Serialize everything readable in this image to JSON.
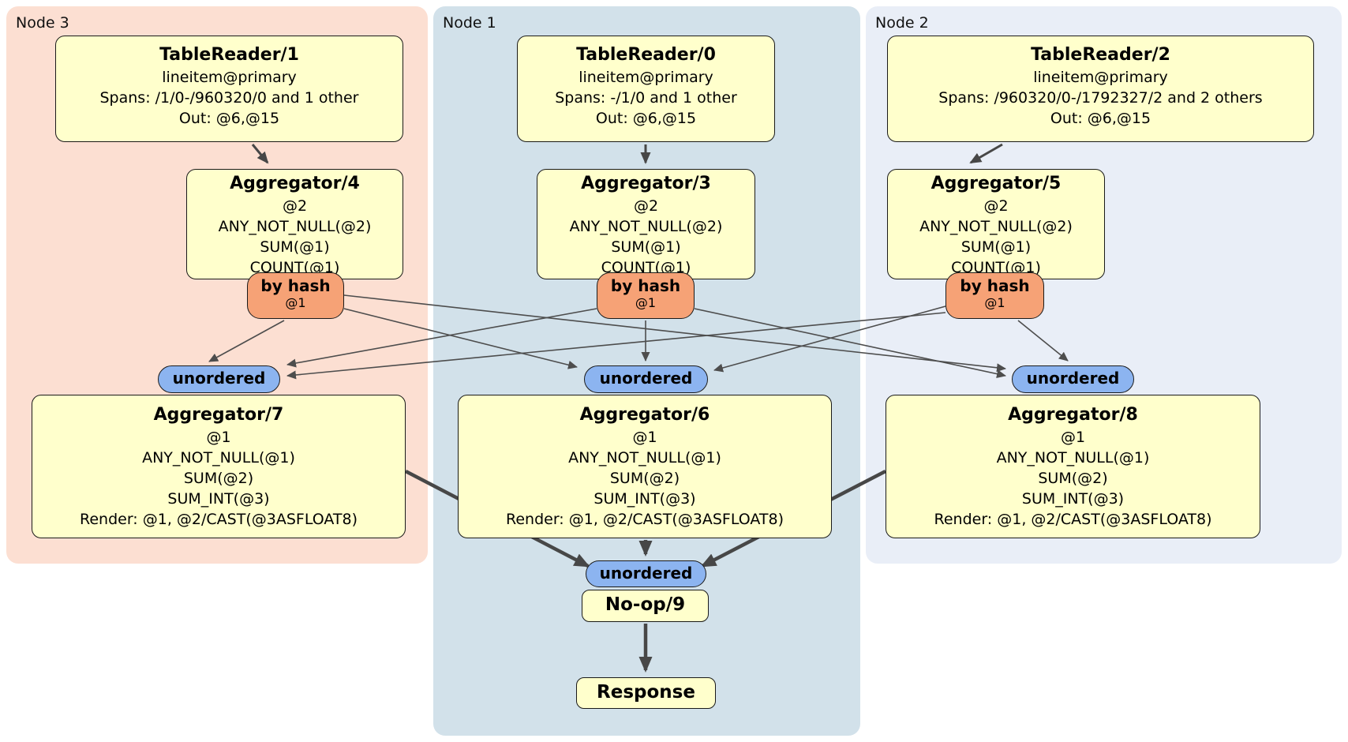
{
  "colors": {
    "region-node3": "#fcdfd2",
    "region-node1": "#d2e1ea",
    "region-node2": "#e9eef7",
    "node-fill": "#ffffcc",
    "router-fill": "#f6a276",
    "sync-fill": "#8cb4f0",
    "edge-thin": "#4d4d4d",
    "edge-thick": "#474747"
  },
  "regions": {
    "node3": {
      "label": "Node 3"
    },
    "node1": {
      "label": "Node 1"
    },
    "node2": {
      "label": "Node 2"
    }
  },
  "nodes": {
    "tr1": {
      "title": "TableReader/1",
      "lines": [
        "lineitem@primary",
        "Spans: /1/0-/960320/0 and 1 other",
        "Out: @6,@15"
      ]
    },
    "tr0": {
      "title": "TableReader/0",
      "lines": [
        "lineitem@primary",
        "Spans: -/1/0 and 1 other",
        "Out: @6,@15"
      ]
    },
    "tr2": {
      "title": "TableReader/2",
      "lines": [
        "lineitem@primary",
        "Spans: /960320/0-/1792327/2 and 2 others",
        "Out: @6,@15"
      ]
    },
    "agg4": {
      "title": "Aggregator/4",
      "lines": [
        "@2",
        "ANY_NOT_NULL(@2)",
        "SUM(@1)",
        "COUNT(@1)"
      ]
    },
    "agg3": {
      "title": "Aggregator/3",
      "lines": [
        "@2",
        "ANY_NOT_NULL(@2)",
        "SUM(@1)",
        "COUNT(@1)"
      ]
    },
    "agg5": {
      "title": "Aggregator/5",
      "lines": [
        "@2",
        "ANY_NOT_NULL(@2)",
        "SUM(@1)",
        "COUNT(@1)"
      ]
    },
    "agg7": {
      "title": "Aggregator/7",
      "lines": [
        "@1",
        "ANY_NOT_NULL(@1)",
        "SUM(@2)",
        "SUM_INT(@3)",
        "Render: @1, @2/CAST(@3ASFLOAT8)"
      ]
    },
    "agg6": {
      "title": "Aggregator/6",
      "lines": [
        "@1",
        "ANY_NOT_NULL(@1)",
        "SUM(@2)",
        "SUM_INT(@3)",
        "Render: @1, @2/CAST(@3ASFLOAT8)"
      ]
    },
    "agg8": {
      "title": "Aggregator/8",
      "lines": [
        "@1",
        "ANY_NOT_NULL(@1)",
        "SUM(@2)",
        "SUM_INT(@3)",
        "Render: @1, @2/CAST(@3ASFLOAT8)"
      ]
    },
    "noop": {
      "title": "No-op/9"
    },
    "response": {
      "title": "Response"
    }
  },
  "routers": {
    "node3": {
      "label": "by hash",
      "detail": "@1"
    },
    "node1": {
      "label": "by hash",
      "detail": "@1"
    },
    "node2": {
      "label": "by hash",
      "detail": "@1"
    }
  },
  "syncs": {
    "node3": {
      "label": "unordered"
    },
    "node1": {
      "label": "unordered"
    },
    "node2": {
      "label": "unordered"
    },
    "final": {
      "label": "unordered"
    }
  }
}
